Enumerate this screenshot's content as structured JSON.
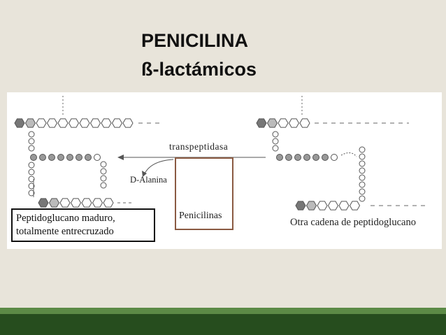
{
  "slide": {
    "title_line1": "PENICILINA",
    "title_line2": "ß-lactámicos"
  },
  "diagram": {
    "label_transpeptidasa": "transpeptidasa",
    "label_d_alanina": "D-Alanina",
    "label_penicilinas": "Penicilinas",
    "label_mature_line1": "Peptidoglucano maduro,",
    "label_mature_line2": "totalmente entrecruzado",
    "label_other_chain": "Otra cadena de peptidoglucano"
  },
  "colors": {
    "background": "#e8e4da",
    "figure_bg": "#ffffff",
    "penicillin_box_border": "#8a5a42",
    "bar_light": "#5c8a46",
    "bar_dark": "#264d1e"
  }
}
